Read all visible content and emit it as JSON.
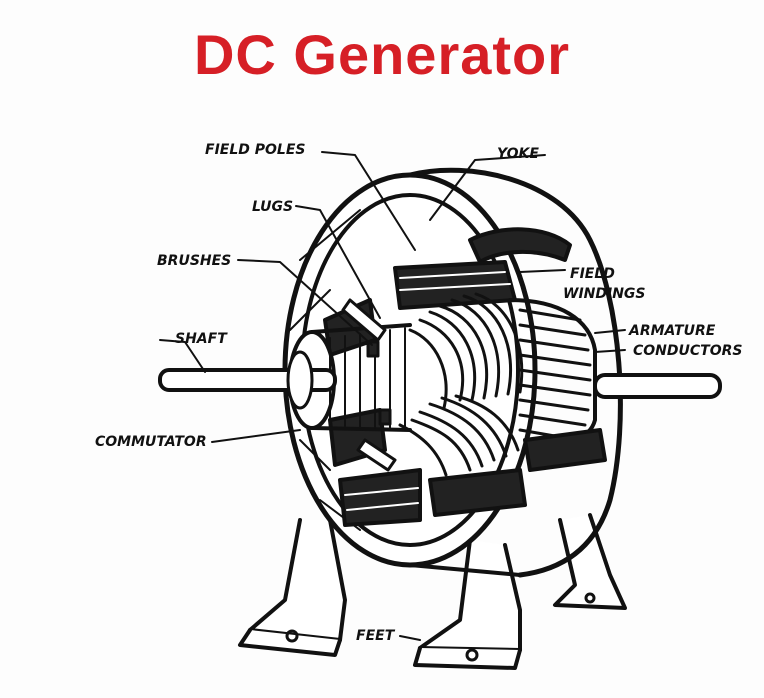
{
  "title": "DC Generator",
  "labels": {
    "field_poles": "FIELD POLES",
    "yoke": "YOKE",
    "lugs": "LUGS",
    "brushes": "BRUSHES",
    "field_windings_1": "FIELD",
    "field_windings_2": "WINDINGS",
    "shaft": "SHAFT",
    "armature_conductors_1": "ARMATURE",
    "armature_conductors_2": "CONDUCTORS",
    "commutator": "COMMUTATOR",
    "feet": "FEET"
  },
  "colors": {
    "title": "#d61f26",
    "ink": "#111111"
  }
}
